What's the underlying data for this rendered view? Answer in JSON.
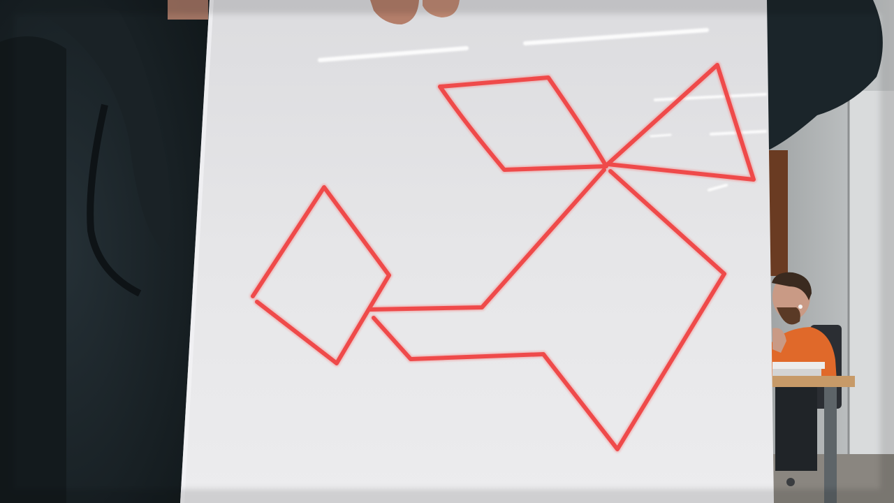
{
  "scene": {
    "colors": {
      "marker": "#ef4a4a",
      "whiteboard": "#e9e9eb",
      "hoodie": "#1c2428",
      "wall": "#b9bcbd",
      "shirt": "#e0692a",
      "desk": "#c79a68",
      "skin": "#c99a85"
    },
    "icons": {
      "board": "whiteboard",
      "drawing": "red-marker-drawing",
      "person": "seated-person"
    }
  }
}
